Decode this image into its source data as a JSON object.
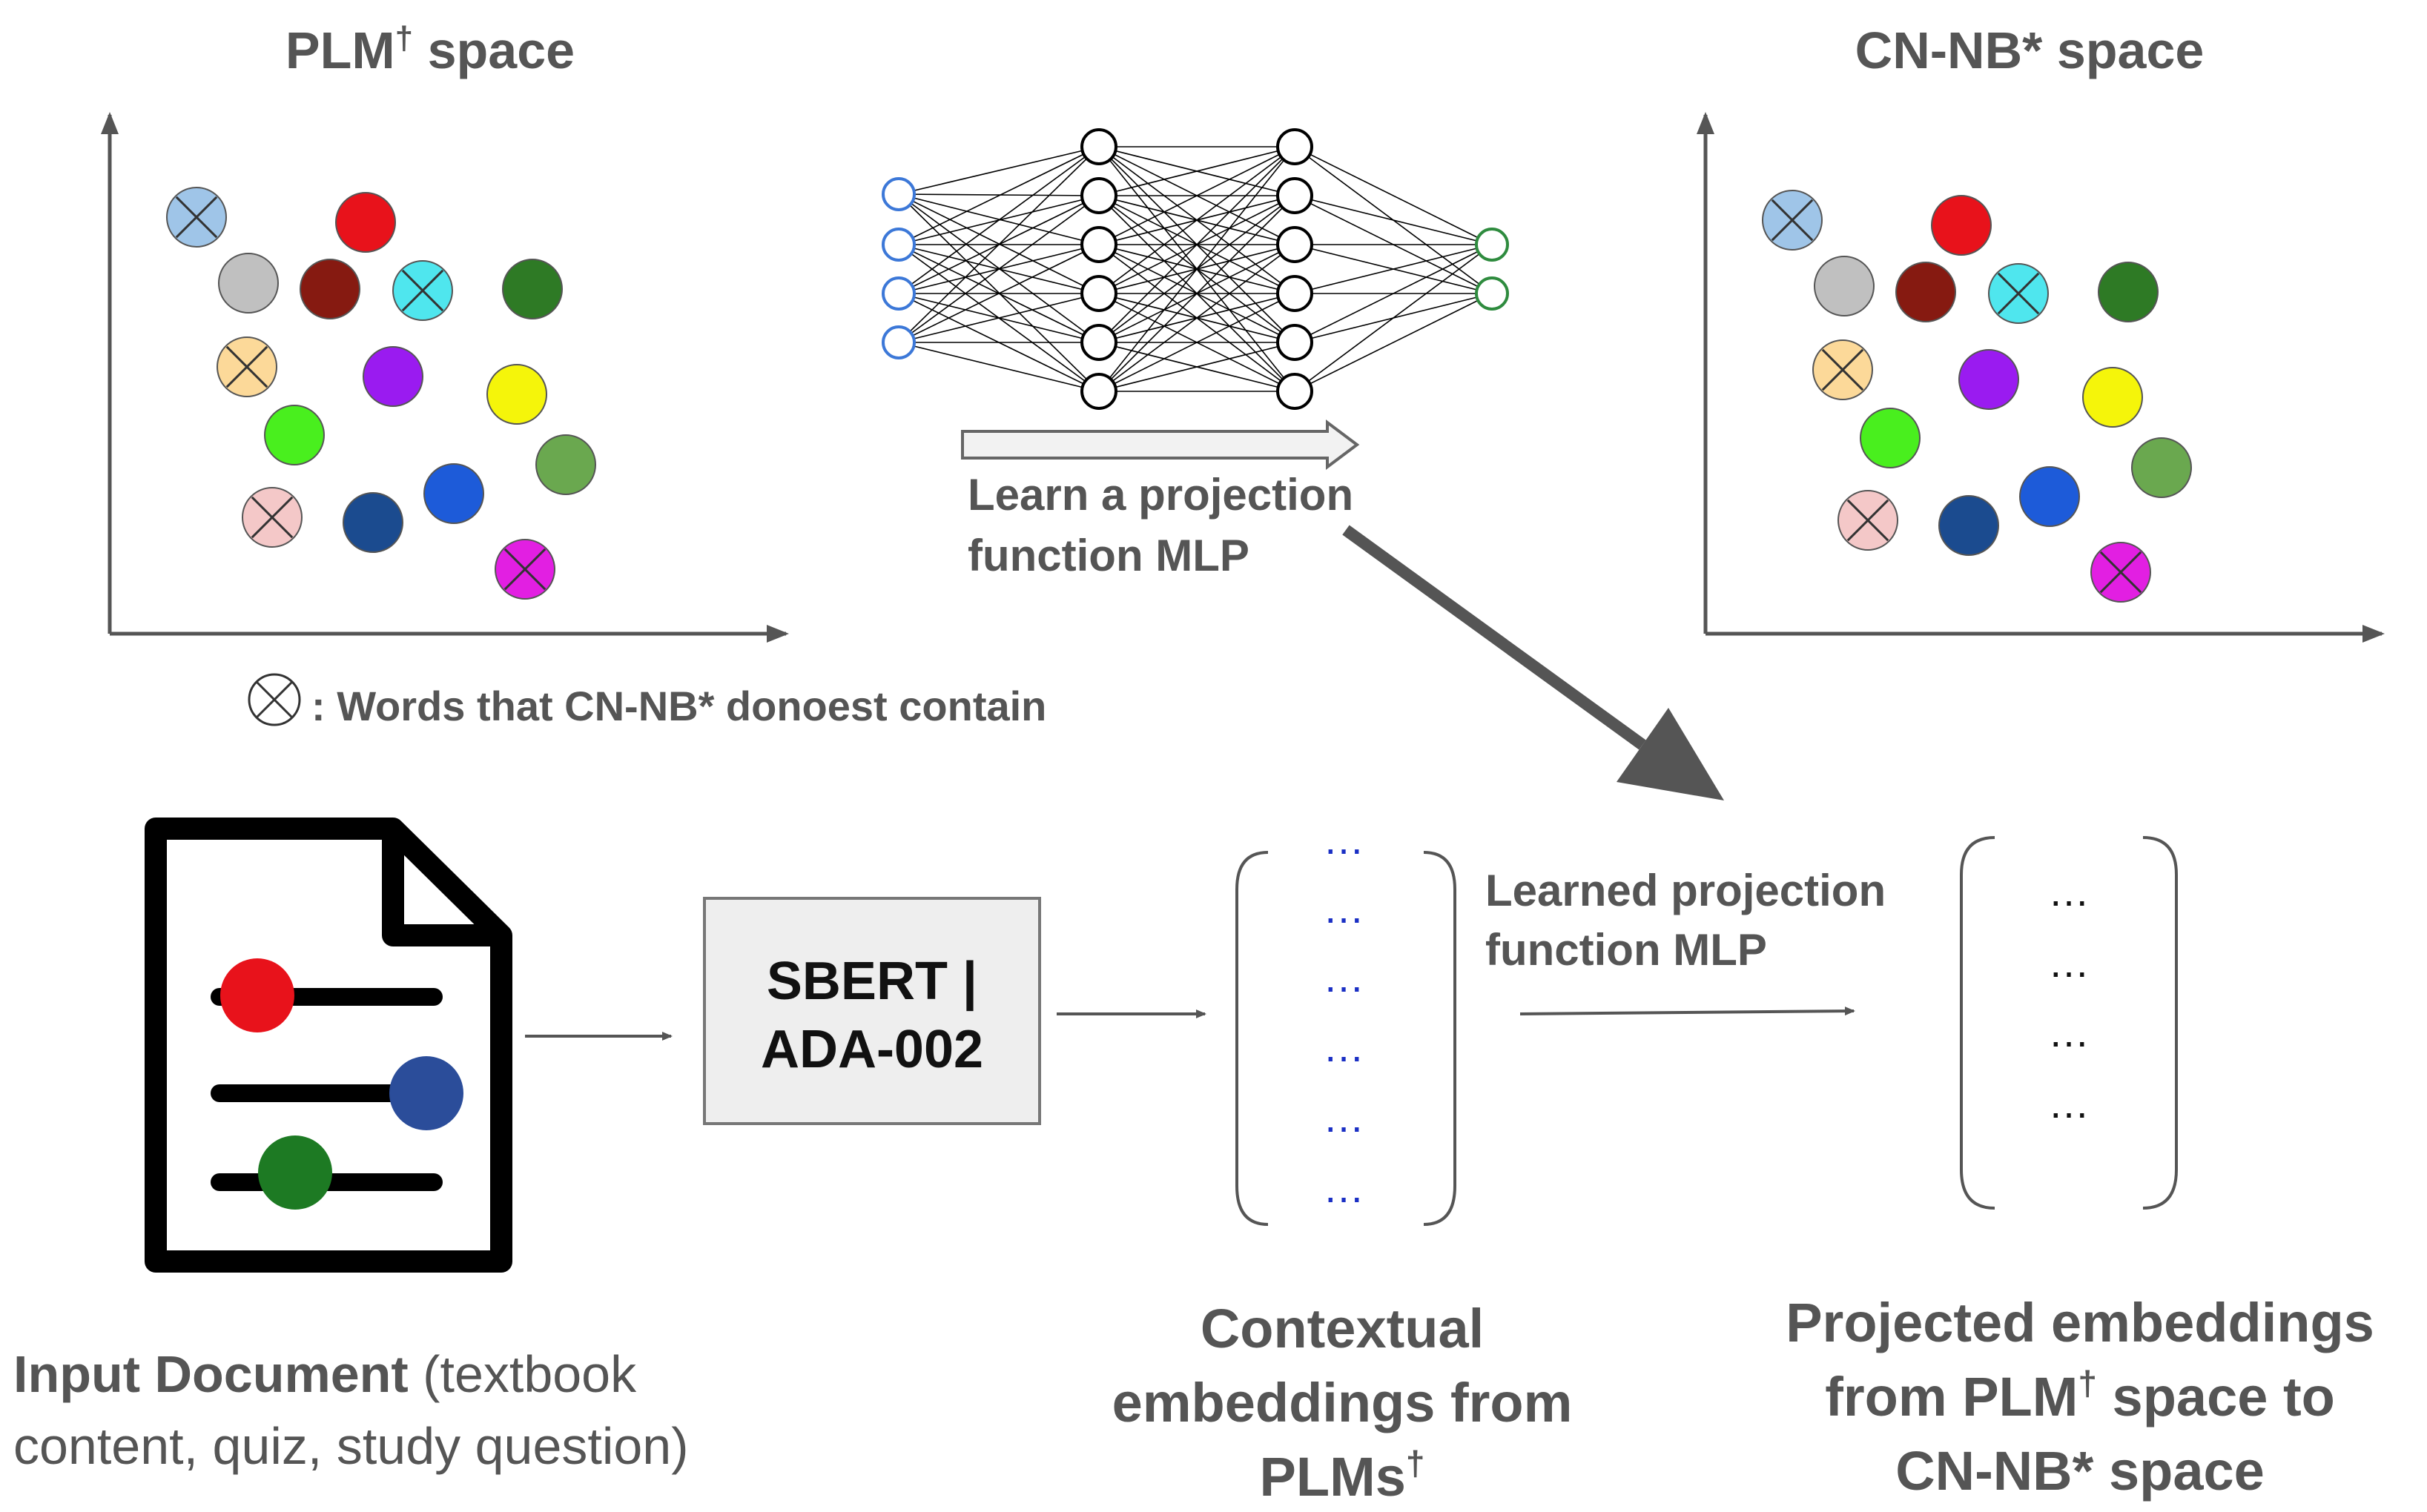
{
  "plm_space": {
    "title": "PLM",
    "title_sup": "†",
    "title_suffix": " space"
  },
  "cnnb_space": {
    "title": "CN-NB* space"
  },
  "legend": {
    "text": ":  Words that CN-NB* donoest contain"
  },
  "mlp_caption": {
    "line1": "Learn a projection",
    "line2": "function MLP"
  },
  "learned_caption": {
    "line1": "Learned projection",
    "line2": "function MLP"
  },
  "encoder_box": {
    "line1": "SBERT |",
    "line2": "ADA-002"
  },
  "input_doc": {
    "bold": "Input Document",
    "rest_line1": " (textbook",
    "line2": "content, quiz, study question)"
  },
  "contextual_caption": {
    "line1": "Contextual",
    "line2": "embeddings from",
    "line3": "PLMs",
    "line3_sup": "†"
  },
  "projected_caption": {
    "line1": "Projected embeddings",
    "line2_a": "from PLM",
    "line2_sup": "†",
    "line2_b": " space to",
    "line3": "CN-NB* space"
  },
  "vector_ellipsis": "…",
  "word_dots": [
    {
      "color": "#9fc5e8",
      "crossed": true
    },
    {
      "color": "#e8121b",
      "crossed": false
    },
    {
      "color": "#c0c0c0",
      "crossed": false
    },
    {
      "color": "#861a11",
      "crossed": false
    },
    {
      "color": "#4fe6ee",
      "crossed": true
    },
    {
      "color": "#2e7a25",
      "crossed": false
    },
    {
      "color": "#fcd999",
      "crossed": true
    },
    {
      "color": "#9a1bf0",
      "crossed": false
    },
    {
      "color": "#f5f50a",
      "crossed": false
    },
    {
      "color": "#49ef1e",
      "crossed": false
    },
    {
      "color": "#6aa84f",
      "crossed": false
    },
    {
      "color": "#f4c8c8",
      "crossed": true
    },
    {
      "color": "#1b4b8f",
      "crossed": false
    },
    {
      "color": "#1d5bd9",
      "crossed": false
    },
    {
      "color": "#e21fe2",
      "crossed": true
    }
  ],
  "colors": {
    "input_node": "#3c78d8",
    "output_node": "#2e8b3e",
    "hidden_node": "#000000",
    "doc_red": "#e8121b",
    "doc_blue": "#2b4d9a",
    "doc_green": "#1d7a23",
    "encoder_fill": "#eeeeee",
    "ellipsis_blue": "#1a2fc4",
    "arrow_gray": "#555555"
  }
}
